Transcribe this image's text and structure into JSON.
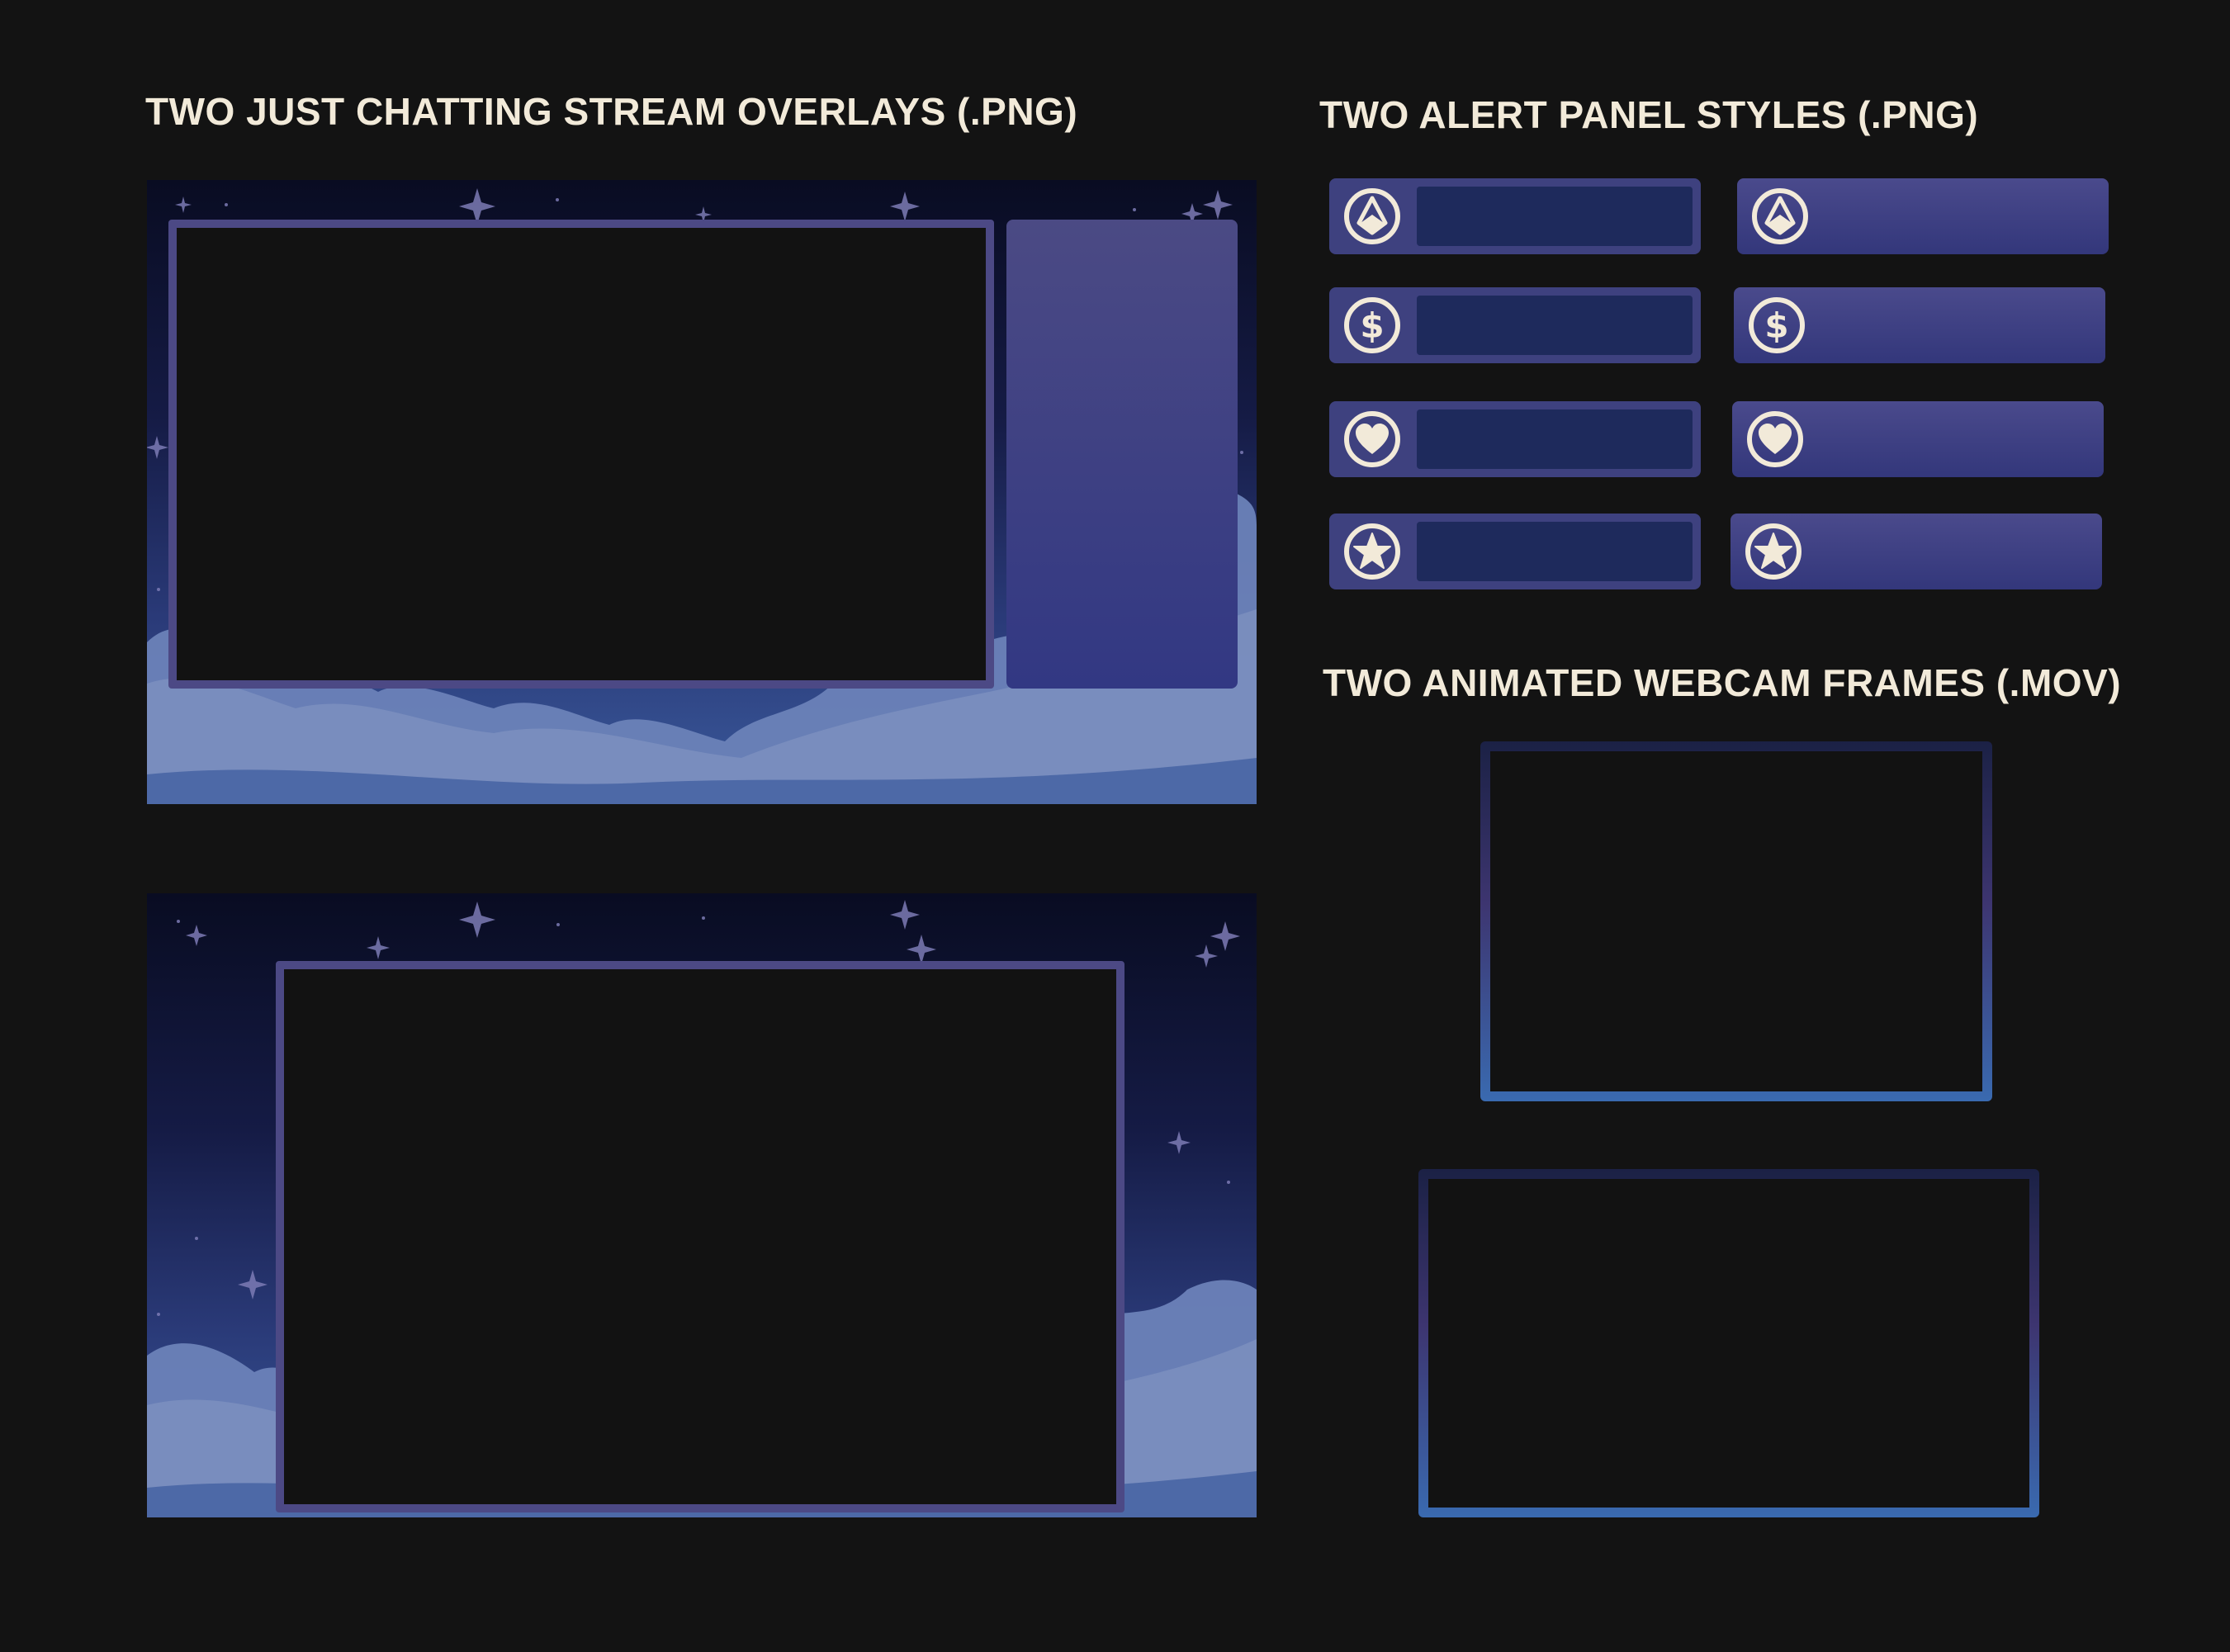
{
  "sections": {
    "overlays_title": "TWO JUST CHATTING STREAM OVERLAYS (.PNG)",
    "alerts_title": "TWO ALERT PANEL STYLES (.PNG)",
    "webcams_title": "TWO ANIMATED WEBCAM FRAMES (.MOV)"
  },
  "alert_icons": [
    "diamond-icon",
    "dollar-icon",
    "heart-icon",
    "star-icon"
  ],
  "colors": {
    "background": "#131313",
    "heading": "#f2ead9",
    "frame_border": "#4c4985",
    "alert_panel": "#3e417f",
    "alert_inner": "#1e2a5c",
    "webcam_bottom": "#3a6ab0"
  }
}
